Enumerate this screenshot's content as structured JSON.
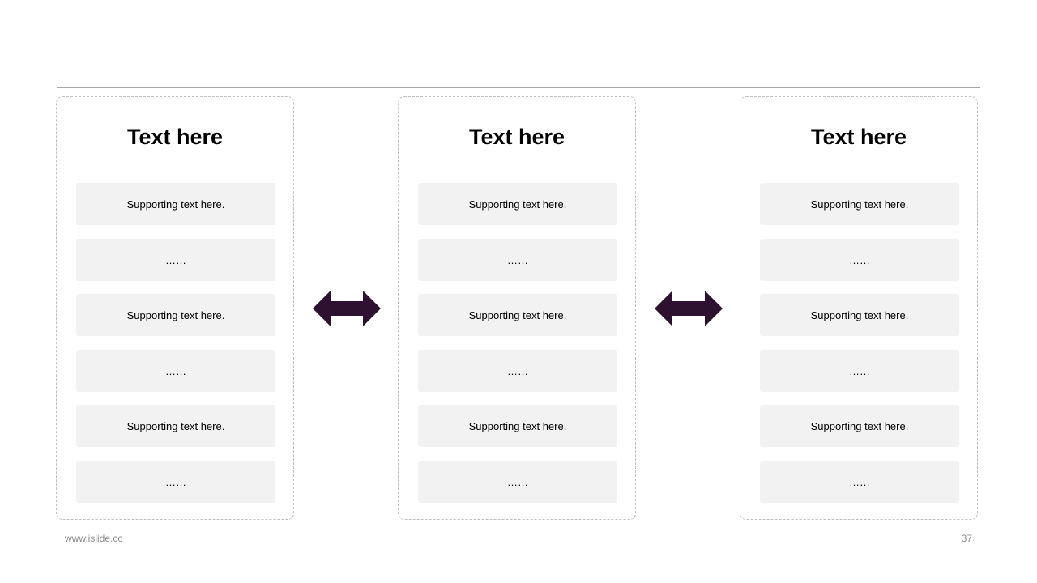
{
  "panels": [
    {
      "title": "Text here",
      "items": [
        "Supporting  text here.",
        "……",
        "Supporting  text here.",
        "……",
        "Supporting  text here.",
        "……"
      ]
    },
    {
      "title": "Text here",
      "items": [
        "Supporting  text here.",
        "……",
        "Supporting  text here.",
        "……",
        "Supporting  text here.",
        "……"
      ]
    },
    {
      "title": "Text here",
      "items": [
        "Supporting  text here.",
        "……",
        "Supporting  text here.",
        "……",
        "Supporting  text here.",
        "……"
      ]
    }
  ],
  "connectors": [
    {
      "icon": "double-arrow-icon",
      "color": "#2e1030"
    },
    {
      "icon": "double-arrow-icon",
      "color": "#2e1030"
    }
  ],
  "footer": {
    "url": "www.islide.cc",
    "page_number": "37"
  },
  "colors": {
    "item_background": "#f2f2f2",
    "panel_border": "#bfbfbf",
    "rule": "#a6a6a6",
    "arrow": "#2e1030"
  }
}
